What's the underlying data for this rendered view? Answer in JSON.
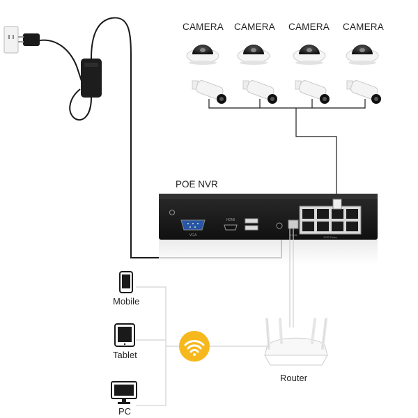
{
  "cameras": [
    {
      "label": "CAMERA"
    },
    {
      "label": "CAMERA"
    },
    {
      "label": "CAMERA"
    },
    {
      "label": "CAMERA"
    }
  ],
  "nvr": {
    "title": "POE NVR",
    "port_labels": {
      "vga": "VGA",
      "hdmi": "HDMI",
      "rj45": "RJ-45",
      "poe_ports": "POE Ports"
    }
  },
  "devices": [
    {
      "label": "Mobile",
      "icon": "mobile-phone-icon"
    },
    {
      "label": "Tablet",
      "icon": "tablet-icon"
    },
    {
      "label": "PC",
      "icon": "monitor-icon"
    }
  ],
  "router": {
    "label": "Router"
  },
  "wifi": {
    "icon": "wifi-icon",
    "color": "#f6b81c"
  },
  "colors": {
    "wire": "#1a1a1a",
    "network_line": "#c8c8c8",
    "nvr_body": "#1b1b1b"
  }
}
